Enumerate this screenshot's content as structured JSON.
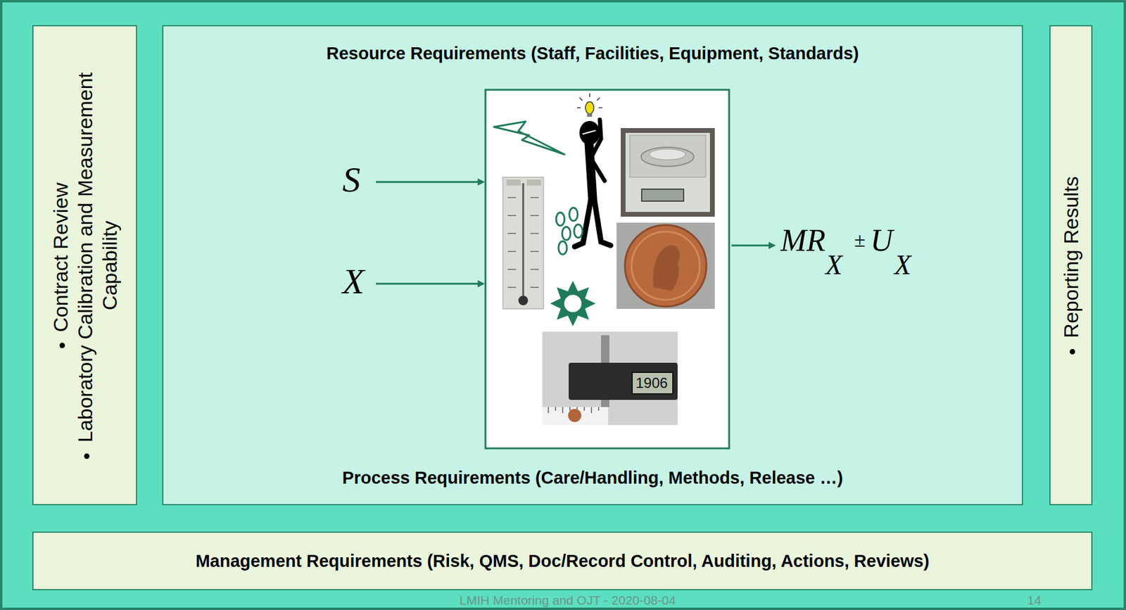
{
  "diagram": {
    "nodes": [
      {
        "text": [
          "Contract Review",
          "Laboratory Calibration and Measurement Capability"
        ]
      },
      {
        "text": [
          "Resource Requirements (Staff, Facilities, Equipment, Standards)",
          "Process Requirements (Care/Handling, Methods, Release …)"
        ]
      },
      {
        "text": [
          "Reporting Results"
        ]
      },
      {
        "text": [
          "Management Requirements (Risk, QMS, Doc/Record Control, Auditing, Actions, Reviews)"
        ]
      }
    ],
    "labels": [
      "S",
      "X",
      "1906",
      "MR",
      "X",
      "±",
      "U",
      "X",
      "LMIH Mentoring and OJT - 2020-08-04",
      "14"
    ]
  }
}
